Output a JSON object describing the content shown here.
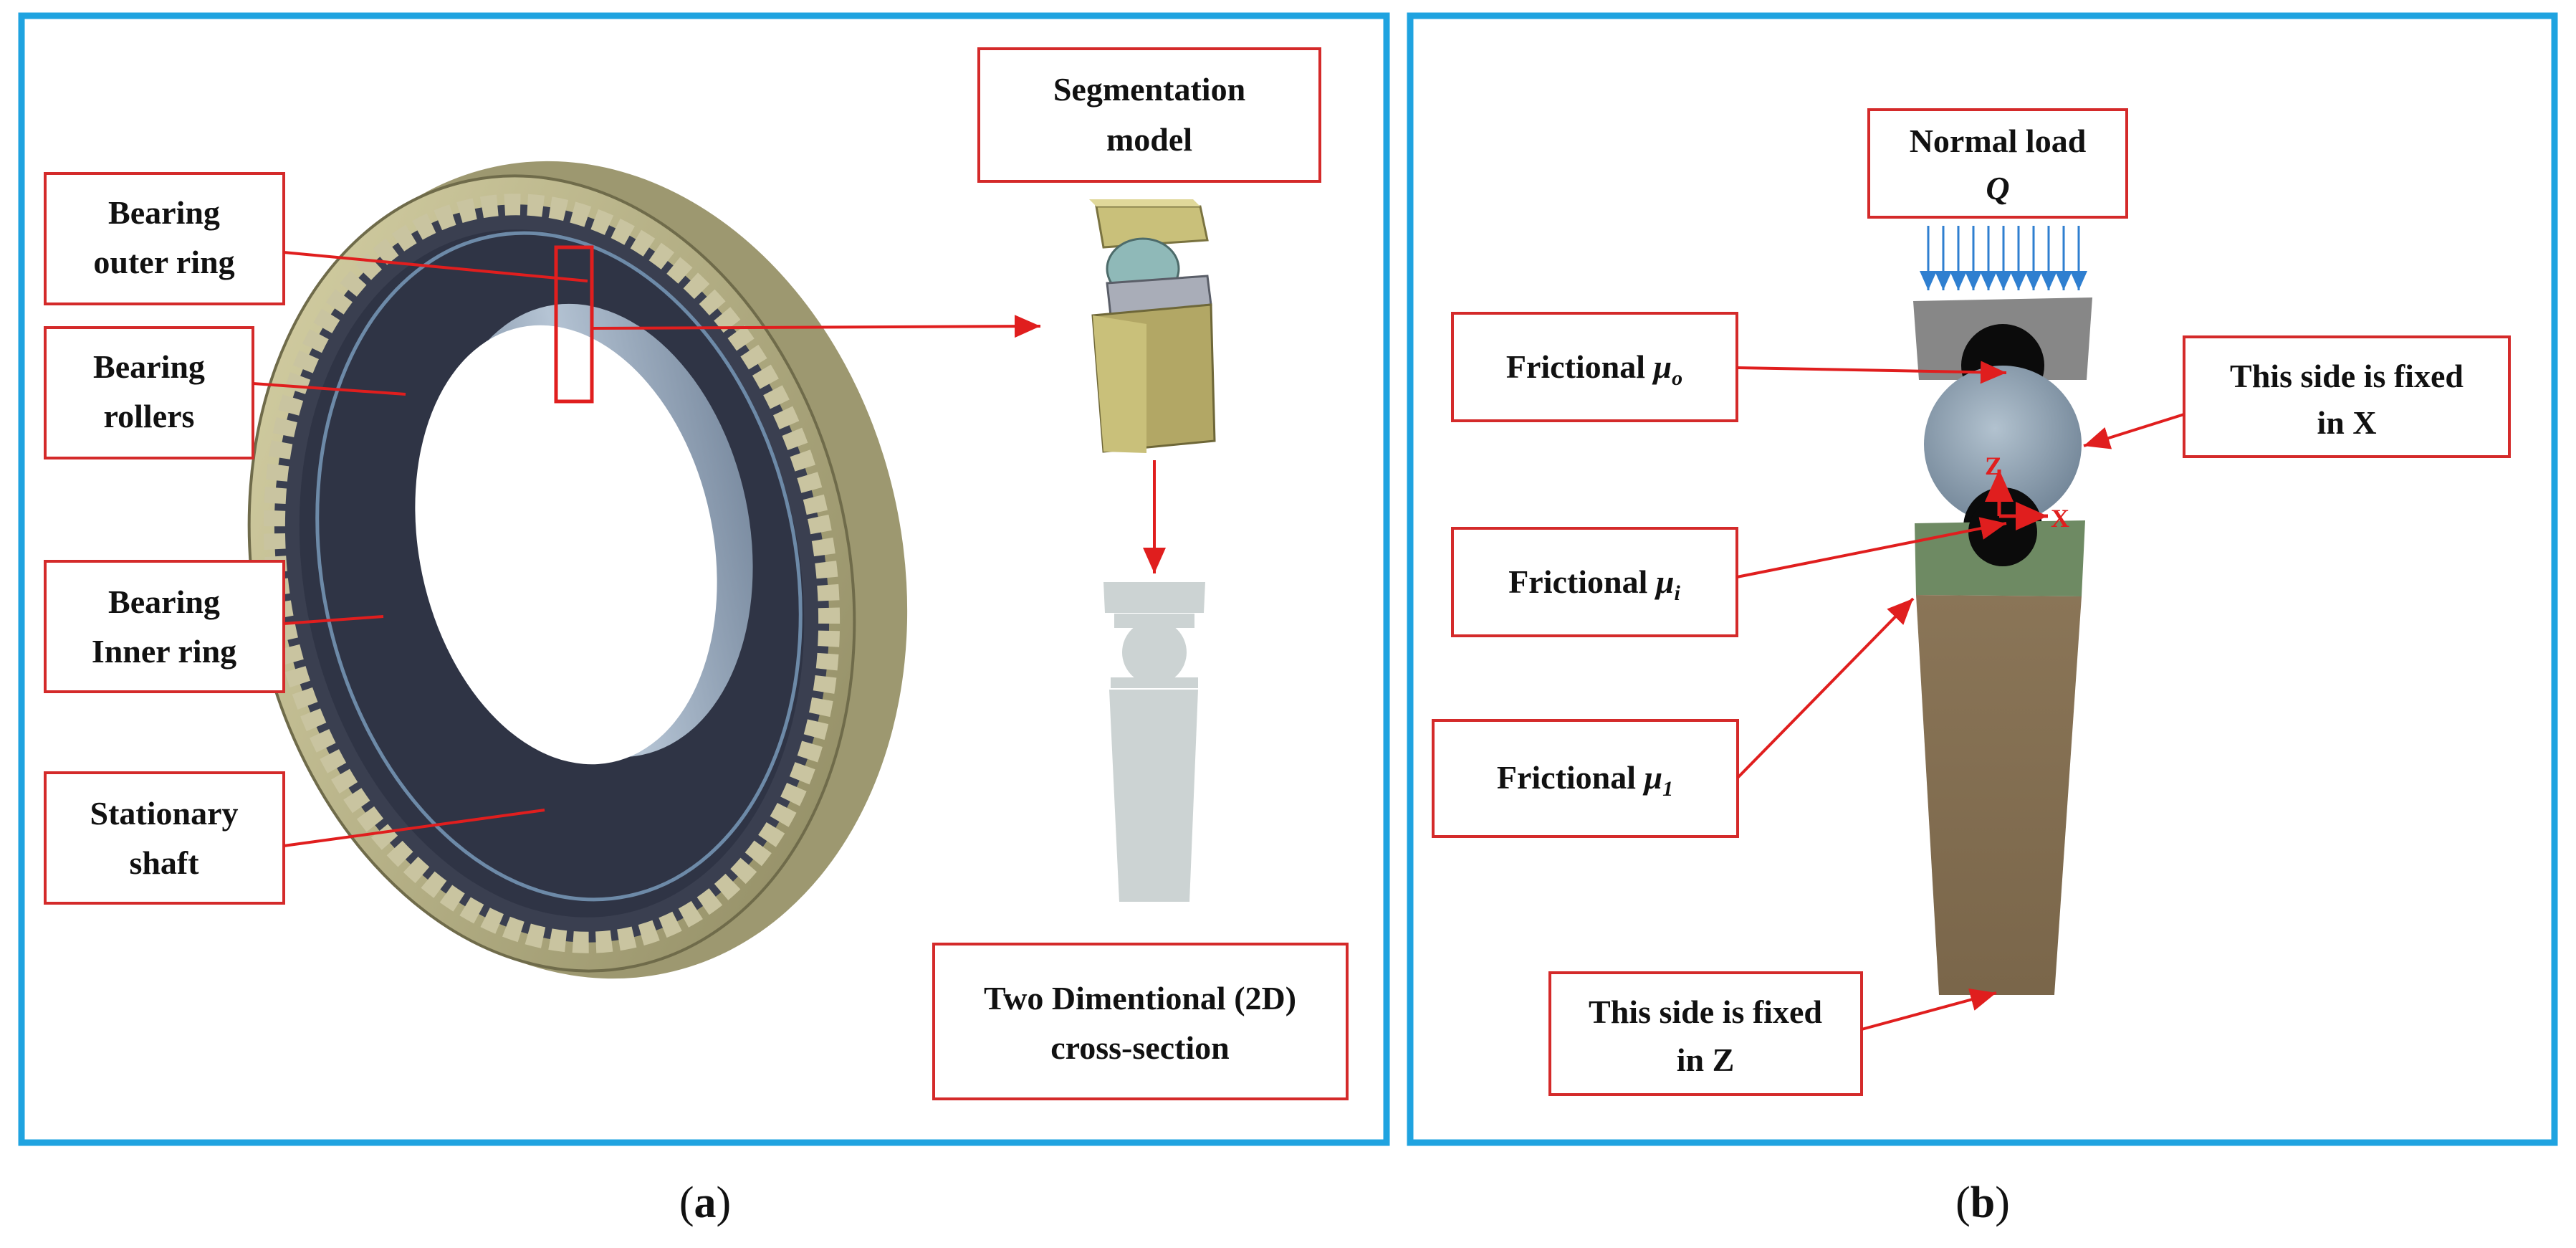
{
  "panel_a": {
    "segmentation_line1": "Segmentation",
    "segmentation_line2": "model",
    "outer_ring_line1": "Bearing",
    "outer_ring_line2": "outer ring",
    "rollers_line1": "Bearing",
    "rollers_line2": "rollers",
    "inner_ring_line1": "Bearing",
    "inner_ring_line2": "Inner ring",
    "shaft_line1": "Stationary",
    "shaft_line2": "shaft",
    "cross_section_line1": "Two Dimentional (2D)",
    "cross_section_line2": "cross-section",
    "caption_letter": "a"
  },
  "panel_b": {
    "normal_load_line1": "Normal load",
    "normal_load_symbol": "Q",
    "frictional_word": "Frictional",
    "mu_symbol": "μ",
    "mu_o_sub": "o",
    "mu_i_sub": "i",
    "mu_1_sub": "1",
    "fixed_x_line1": "This side is fixed",
    "fixed_x_line2": "in X",
    "fixed_z_line1": "This side is fixed",
    "fixed_z_line2": "in Z",
    "axis_z": "Z",
    "axis_x": "X",
    "caption_letter": "b"
  },
  "colors": {
    "frame": "#1fa3e0",
    "label_border": "#d42a2a",
    "arrow_red": "#e01e1e",
    "load_arrow": "#2f7fd0",
    "outer_ring": "#b9b48a",
    "inner_dark": "#2f3445",
    "bore": "#8fa3ba"
  }
}
